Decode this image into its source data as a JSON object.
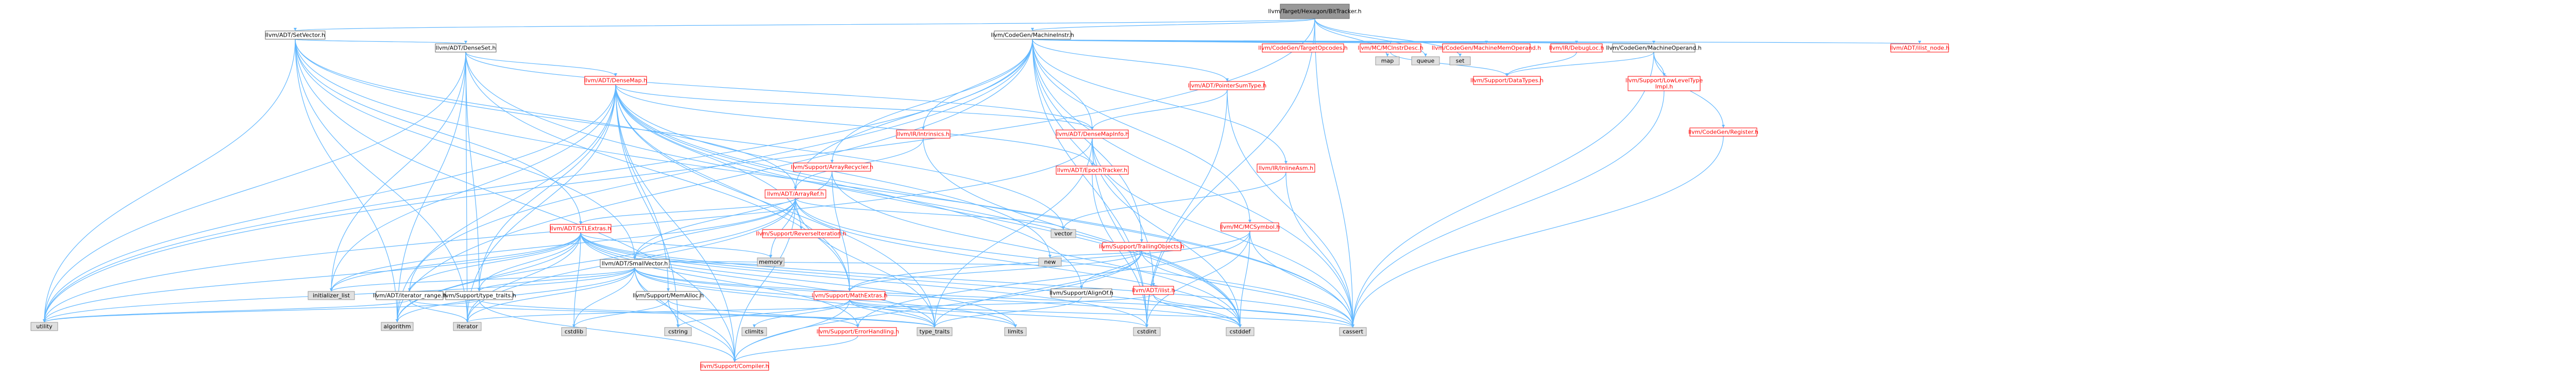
{
  "colors": {
    "edge": "#63b8ff",
    "root_fill": "#999999",
    "root_stroke": "#666666",
    "root_text": "#000000",
    "local_fill": "#ffffff",
    "local_stroke": "#666666",
    "local_text": "#000000",
    "missing_fill": "#ffffff",
    "missing_stroke": "#ff0000",
    "missing_text": "#ff0000",
    "system_fill": "#e0e0e0",
    "system_stroke": "#999999",
    "system_text": "#000000"
  },
  "nodes": [
    {
      "id": "root",
      "label": "llvm/Target/Hexagon/BitTracker.h",
      "kind": "root"
    },
    {
      "id": "setvector",
      "label": "llvm/ADT/SetVector.h",
      "kind": "local"
    },
    {
      "id": "cgmi",
      "label": "llvm/CodeGen/MachineInstr.h",
      "kind": "local"
    },
    {
      "id": "map",
      "label": "map",
      "kind": "system"
    },
    {
      "id": "queue",
      "label": "queue",
      "kind": "system"
    },
    {
      "id": "set",
      "label": "set",
      "kind": "system"
    },
    {
      "id": "utility",
      "label": "utility",
      "kind": "system"
    },
    {
      "id": "densesetadt",
      "label": "llvm/ADT/DenseSet.h",
      "kind": "local"
    },
    {
      "id": "arrayref",
      "label": "llvm/ADT/ArrayRef.h",
      "kind": "missing"
    },
    {
      "id": "stlextras",
      "label": "llvm/ADT/STLExtras.h",
      "kind": "missing"
    },
    {
      "id": "smallvector",
      "label": "llvm/ADT/SmallVector.h",
      "kind": "local"
    },
    {
      "id": "compiler",
      "label": "llvm/Support/Compiler.h",
      "kind": "missing"
    },
    {
      "id": "algorithm",
      "label": "algorithm",
      "kind": "system"
    },
    {
      "id": "cassert",
      "label": "cassert",
      "kind": "system"
    },
    {
      "id": "iterator",
      "label": "iterator",
      "kind": "system"
    },
    {
      "id": "vector",
      "label": "vector",
      "kind": "system"
    },
    {
      "id": "densemap",
      "label": "llvm/ADT/DenseMap.h",
      "kind": "missing"
    },
    {
      "id": "densemapinfo",
      "label": "llvm/ADT/DenseMapInfo.h",
      "kind": "missing"
    },
    {
      "id": "epochtracker",
      "label": "llvm/ADT/EpochTracker.h",
      "kind": "missing"
    },
    {
      "id": "alignof",
      "label": "llvm/Support/AlignOf.h",
      "kind": "local"
    },
    {
      "id": "mathextras",
      "label": "llvm/Support/MathExtras.h",
      "kind": "missing"
    },
    {
      "id": "memalloc",
      "label": "llvm/Support/MemAlloc.h",
      "kind": "local"
    },
    {
      "id": "reversei",
      "label": "llvm/Support/ReverseIteration.h",
      "kind": "missing"
    },
    {
      "id": "typetraits",
      "label": "llvm/Support/type_traits.h",
      "kind": "local"
    },
    {
      "id": "initlist",
      "label": "initializer_list",
      "kind": "system"
    },
    {
      "id": "new",
      "label": "new",
      "kind": "system"
    },
    {
      "id": "cstddef",
      "label": "cstddef",
      "kind": "system"
    },
    {
      "id": "iterrange",
      "label": "llvm/ADT/iterator_range.h",
      "kind": "local"
    },
    {
      "id": "errorhandling",
      "label": "llvm/Support/ErrorHandling.h",
      "kind": "missing"
    },
    {
      "id": "cstdint",
      "label": "cstdint",
      "kind": "system"
    },
    {
      "id": "cstdlib",
      "label": "cstdlib",
      "kind": "system"
    },
    {
      "id": "memory",
      "label": "memory",
      "kind": "system"
    },
    {
      "id": "climits",
      "label": "climits",
      "kind": "system"
    },
    {
      "id": "cstring",
      "label": "cstring",
      "kind": "system"
    },
    {
      "id": "limits",
      "label": "limits",
      "kind": "system"
    },
    {
      "id": "typetraitsstd",
      "label": "type_traits",
      "kind": "system"
    },
    {
      "id": "pointersumtype",
      "label": "llvm/ADT/PointerSumType.h",
      "kind": "missing"
    },
    {
      "id": "ilistnode",
      "label": "llvm/ADT/ilist_node.h",
      "kind": "missing"
    },
    {
      "id": "ilist",
      "label": "llvm/ADT/ilist.h",
      "kind": "missing"
    },
    {
      "id": "cgtargetopcodes",
      "label": "llvm/CodeGen/TargetOpcodes.h",
      "kind": "missing"
    },
    {
      "id": "mcinstrdesc",
      "label": "llvm/MC/MCInstrDesc.h",
      "kind": "missing"
    },
    {
      "id": "cgmachinememoperand",
      "label": "llvm/CodeGen/MachineMemOperand.h",
      "kind": "missing"
    },
    {
      "id": "irdebugloc",
      "label": "llvm/IR/DebugLoc.h",
      "kind": "missing"
    },
    {
      "id": "cgmachineoperand",
      "label": "llvm/CodeGen/MachineOperand.h",
      "kind": "local"
    },
    {
      "id": "irintrinsics",
      "label": "llvm/IR/Intrinsics.h",
      "kind": "missing"
    },
    {
      "id": "irinlineasm",
      "label": "llvm/IR/InlineAsm.h",
      "kind": "missing"
    },
    {
      "id": "mcsymbol",
      "label": "llvm/MC/MCSymbol.h",
      "kind": "missing"
    },
    {
      "id": "arrayrecycler",
      "label": "llvm/Support/ArrayRecycler.h",
      "kind": "missing"
    },
    {
      "id": "trailingobjects",
      "label": "llvm/Support/TrailingObjects.h",
      "kind": "missing"
    },
    {
      "id": "lowleveltypeimpl",
      "label": "llvm/Support/LowLevelType\nImpl.h",
      "kind": "missing"
    },
    {
      "id": "cgregister",
      "label": "llvm/CodeGen/Register.h",
      "kind": "missing"
    },
    {
      "id": "supportdatatypes",
      "label": "llvm/Support/DataTypes.h",
      "kind": "missing"
    }
  ]
}
